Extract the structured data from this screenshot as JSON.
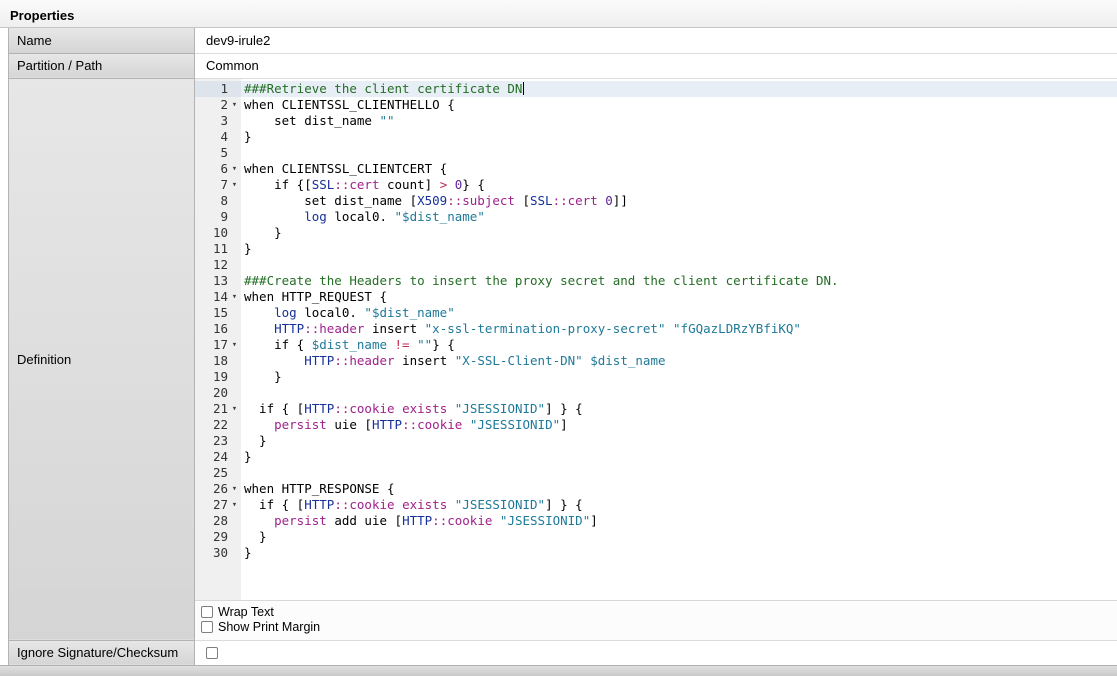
{
  "section": {
    "title": "Properties"
  },
  "rows": {
    "name": {
      "label": "Name",
      "value": "dev9-irule2"
    },
    "partition": {
      "label": "Partition / Path",
      "value": "Common"
    },
    "definition": {
      "label": "Definition"
    },
    "ignore": {
      "label": "Ignore Signature/Checksum",
      "checked": false
    }
  },
  "editor_options": [
    {
      "name": "wrap-text-checkbox",
      "label": "Wrap Text",
      "checked": false
    },
    {
      "name": "show-print-margin-checkbox",
      "label": "Show Print Margin",
      "checked": false
    }
  ],
  "editor": {
    "active_line": 1,
    "cursor_line": 1,
    "fold_lines": [
      2,
      6,
      7,
      14,
      17,
      21,
      26,
      27
    ],
    "token_legend": {
      "p": "plain",
      "c": "comment",
      "ns": "namespace",
      "m": "command",
      "s": "string",
      "o": "operator",
      "n": "number",
      "b": "builtin",
      "v": "variable"
    },
    "token_colors": {
      "p": "#000000",
      "c": "#236e24",
      "ns": "#16309c",
      "m": "#a0218c",
      "s": "#1f7a99",
      "o": "#c02850",
      "n": "#5c2699",
      "b": "#16309c",
      "v": "#1f7a99"
    },
    "lines": [
      [
        [
          "c",
          "###Retrieve the client certificate DN"
        ]
      ],
      [
        [
          "p",
          "when CLIENTSSL_CLIENTHELLO {"
        ]
      ],
      [
        [
          "p",
          "    set dist_name "
        ],
        [
          "s",
          "\"\""
        ]
      ],
      [
        [
          "p",
          "}"
        ]
      ],
      [],
      [
        [
          "p",
          "when CLIENTSSL_CLIENTCERT {"
        ]
      ],
      [
        [
          "p",
          "    if {["
        ],
        [
          "ns",
          "SSL"
        ],
        [
          "m",
          "::cert"
        ],
        [
          "p",
          " count] "
        ],
        [
          "o",
          ">"
        ],
        [
          "p",
          " "
        ],
        [
          "n",
          "0"
        ],
        [
          "p",
          "} {"
        ]
      ],
      [
        [
          "p",
          "        set dist_name ["
        ],
        [
          "ns",
          "X509"
        ],
        [
          "m",
          "::subject"
        ],
        [
          "p",
          " ["
        ],
        [
          "ns",
          "SSL"
        ],
        [
          "m",
          "::cert"
        ],
        [
          "p",
          " "
        ],
        [
          "n",
          "0"
        ],
        [
          "p",
          "]]"
        ]
      ],
      [
        [
          "p",
          "        "
        ],
        [
          "b",
          "log"
        ],
        [
          "p",
          " local0. "
        ],
        [
          "s",
          "\"$dist_name\""
        ]
      ],
      [
        [
          "p",
          "    }"
        ]
      ],
      [
        [
          "p",
          "}"
        ]
      ],
      [],
      [
        [
          "c",
          "###Create the Headers to insert the proxy secret and the client certificate DN."
        ]
      ],
      [
        [
          "p",
          "when HTTP_REQUEST {"
        ]
      ],
      [
        [
          "p",
          "    "
        ],
        [
          "b",
          "log"
        ],
        [
          "p",
          " local0. "
        ],
        [
          "s",
          "\"$dist_name\""
        ]
      ],
      [
        [
          "p",
          "    "
        ],
        [
          "ns",
          "HTTP"
        ],
        [
          "m",
          "::header"
        ],
        [
          "p",
          " insert "
        ],
        [
          "s",
          "\"x-ssl-termination-proxy-secret\""
        ],
        [
          "p",
          " "
        ],
        [
          "s",
          "\"fGQazLDRzYBfiKQ\""
        ]
      ],
      [
        [
          "p",
          "    if { "
        ],
        [
          "v",
          "$dist_name"
        ],
        [
          "p",
          " "
        ],
        [
          "o",
          "!="
        ],
        [
          "p",
          " "
        ],
        [
          "s",
          "\"\""
        ],
        [
          "p",
          "} {"
        ]
      ],
      [
        [
          "p",
          "        "
        ],
        [
          "ns",
          "HTTP"
        ],
        [
          "m",
          "::header"
        ],
        [
          "p",
          " insert "
        ],
        [
          "s",
          "\"X-SSL-Client-DN\""
        ],
        [
          "p",
          " "
        ],
        [
          "v",
          "$dist_name"
        ]
      ],
      [
        [
          "p",
          "    }"
        ]
      ],
      [],
      [
        [
          "p",
          "  if { ["
        ],
        [
          "ns",
          "HTTP"
        ],
        [
          "m",
          "::cookie"
        ],
        [
          "p",
          " "
        ],
        [
          "m",
          "exists"
        ],
        [
          "p",
          " "
        ],
        [
          "s",
          "\"JSESSIONID\""
        ],
        [
          "p",
          "] } {"
        ]
      ],
      [
        [
          "p",
          "    "
        ],
        [
          "m",
          "persist"
        ],
        [
          "p",
          " uie ["
        ],
        [
          "ns",
          "HTTP"
        ],
        [
          "m",
          "::cookie"
        ],
        [
          "p",
          " "
        ],
        [
          "s",
          "\"JSESSIONID\""
        ],
        [
          "p",
          "]"
        ]
      ],
      [
        [
          "p",
          "  }"
        ]
      ],
      [
        [
          "p",
          "}"
        ]
      ],
      [],
      [
        [
          "p",
          "when HTTP_RESPONSE {"
        ]
      ],
      [
        [
          "p",
          "  if { ["
        ],
        [
          "ns",
          "HTTP"
        ],
        [
          "m",
          "::cookie"
        ],
        [
          "p",
          " "
        ],
        [
          "m",
          "exists"
        ],
        [
          "p",
          " "
        ],
        [
          "s",
          "\"JSESSIONID\""
        ],
        [
          "p",
          "] } {"
        ]
      ],
      [
        [
          "p",
          "    "
        ],
        [
          "m",
          "persist"
        ],
        [
          "p",
          " add uie ["
        ],
        [
          "ns",
          "HTTP"
        ],
        [
          "m",
          "::cookie"
        ],
        [
          "p",
          " "
        ],
        [
          "s",
          "\"JSESSIONID\""
        ],
        [
          "p",
          "]"
        ]
      ],
      [
        [
          "p",
          "  }"
        ]
      ],
      [
        [
          "p",
          "}"
        ]
      ]
    ]
  }
}
